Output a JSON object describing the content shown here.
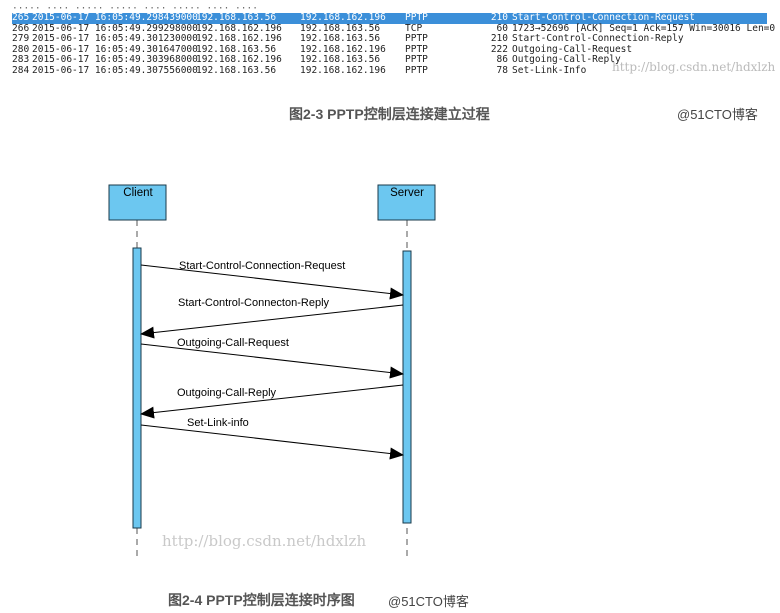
{
  "capture": {
    "rows": [
      {
        "no": "265",
        "time": "2015-06-17 16:05:49.298439000",
        "src": "192.168.163.56",
        "dst": "192.168.162.196",
        "proto": "PPTP",
        "len": "210",
        "info": "Start-Control-Connection-Request",
        "selected": true
      },
      {
        "no": "266",
        "time": "2015-06-17 16:05:49.299298000",
        "src": "192.168.162.196",
        "dst": "192.168.163.56",
        "proto": "TCP",
        "len": "60",
        "info": "1723→52696 [ACK] Seq=1 Ack=157 Win=30016 Len=0",
        "selected": false
      },
      {
        "no": "279",
        "time": "2015-06-17 16:05:49.301230000",
        "src": "192.168.162.196",
        "dst": "192.168.163.56",
        "proto": "PPTP",
        "len": "210",
        "info": "Start-Control-Connection-Reply",
        "selected": false
      },
      {
        "no": "280",
        "time": "2015-06-17 16:05:49.301647000",
        "src": "192.168.163.56",
        "dst": "192.168.162.196",
        "proto": "PPTP",
        "len": "222",
        "info": "Outgoing-Call-Request",
        "selected": false
      },
      {
        "no": "283",
        "time": "2015-06-17 16:05:49.303968000",
        "src": "192.168.162.196",
        "dst": "192.168.163.56",
        "proto": "PPTP",
        "len": "86",
        "info": "Outgoing-Call-Reply",
        "selected": false
      },
      {
        "no": "284",
        "time": "2015-06-17 16:05:49.307556000",
        "src": "192.168.163.56",
        "dst": "192.168.162.196",
        "proto": "PPTP",
        "len": "78",
        "info": "Set-Link-Info",
        "selected": false
      }
    ],
    "watermark": "http://blog.csdn.net/hdxlzh"
  },
  "figure_2_3": {
    "caption": "图2-3 PPTP控制层连接建立过程",
    "credit": "@51CTO博客"
  },
  "diagram": {
    "client_label": "Client",
    "server_label": "Server",
    "messages": [
      {
        "label": "Start-Control-Connection-Request",
        "direction": "client-to-server"
      },
      {
        "label": "Start-Control-Connecton-Reply",
        "direction": "server-to-client"
      },
      {
        "label": "Outgoing-Call-Request",
        "direction": "client-to-server"
      },
      {
        "label": "Outgoing-Call-Reply",
        "direction": "server-to-client"
      },
      {
        "label": "Set-Link-info",
        "direction": "client-to-server"
      }
    ],
    "watermark": "http://blog.csdn.net/hdxlzh",
    "colors": {
      "box_fill": "#6cc7f0",
      "box_stroke": "#1a3a4a",
      "line": "#000000"
    }
  },
  "figure_2_4": {
    "caption": "图2-4 PPTP控制层连接时序图",
    "credit": "@51CTO博客"
  }
}
